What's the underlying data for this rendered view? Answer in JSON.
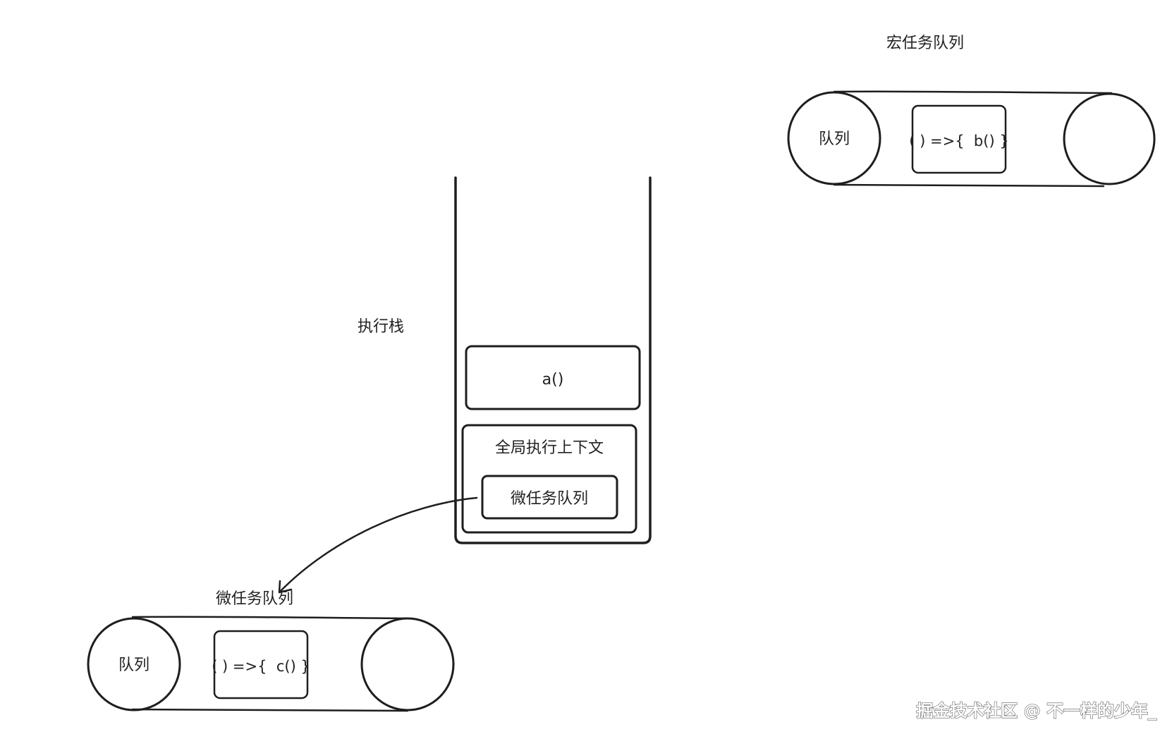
{
  "macrotask_queue": {
    "title": "宏任务队列",
    "left_roller_label": "队列",
    "task_label": "( ) =>{  b() }"
  },
  "execution_stack": {
    "title": "执行栈",
    "frame_top_label": "a()",
    "global_context": {
      "title": "全局执行上下文",
      "microtask_box_label": "微任务队列"
    }
  },
  "microtask_queue": {
    "title": "微任务队列",
    "left_roller_label": "队列",
    "task_label": "( ) =>{  c() }"
  },
  "watermark": "掘金技术社区 @ 不一样的少年_",
  "colors": {
    "stroke": "#1e1e1e",
    "text": "#222222",
    "background": "#ffffff"
  }
}
